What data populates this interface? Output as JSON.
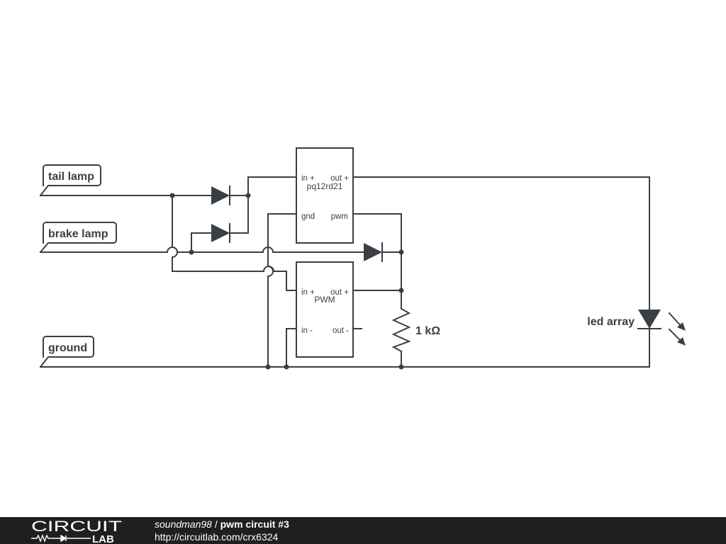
{
  "schematic": {
    "net_labels": {
      "tail_lamp": "tail lamp",
      "brake_lamp": "brake lamp",
      "ground": "ground"
    },
    "regulator": {
      "name": "pq12rd21",
      "pin_in_plus": "in +",
      "pin_out_plus": "out +",
      "pin_gnd": "gnd",
      "pin_pwm": "pwm"
    },
    "pwm_module": {
      "name": "PWM",
      "pin_in_plus": "in +",
      "pin_out_plus": "out +",
      "pin_in_minus": "in -",
      "pin_out_minus": "out -"
    },
    "resistor_value": "1 kΩ",
    "led_label": "led array"
  },
  "footer": {
    "logo_top": "CIRCUIT",
    "logo_bottom": "LAB",
    "author": "soundman98",
    "separator": " / ",
    "title": "pwm circuit #3",
    "url": "http://circuitlab.com/crx6324"
  },
  "colors": {
    "wire": "#3a3f44",
    "footer_bg": "#1f1f1f",
    "footer_text": "#ffffff"
  }
}
